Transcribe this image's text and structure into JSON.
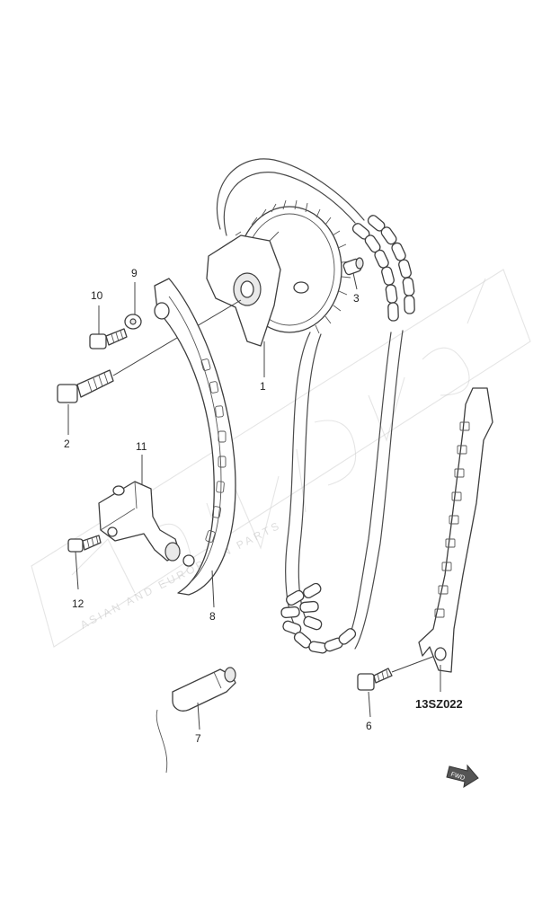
{
  "diagram": {
    "drawing_code": "13SZ022",
    "fwd_label": "FWD",
    "callouts": {
      "p1": "1",
      "p2": "2",
      "p3": "3",
      "p6": "6",
      "p7": "7",
      "p8": "8",
      "p9": "9",
      "p10": "10",
      "p11": "11",
      "p12": "12"
    },
    "watermark": {
      "text": "ASIAN AND EUROPEAN PARTS"
    }
  }
}
